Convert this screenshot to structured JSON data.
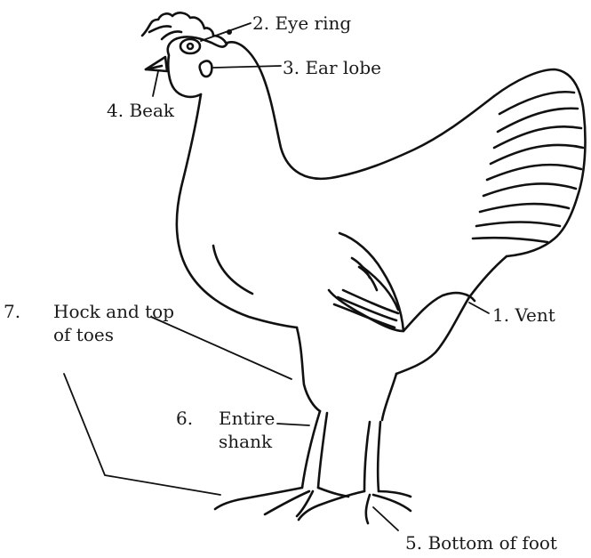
{
  "labels": {
    "vent": "1. Vent",
    "eye_ring": "2. Eye ring",
    "ear_lobe": "3. Ear lobe",
    "beak": "4. Beak",
    "foot_bottom": "5. Bottom of foot",
    "shank_num": "6.",
    "shank_line1": "Entire",
    "shank_line2": "shank",
    "hock_num": "7.",
    "hock_line1": "Hock and top",
    "hock_line2": "of toes"
  }
}
